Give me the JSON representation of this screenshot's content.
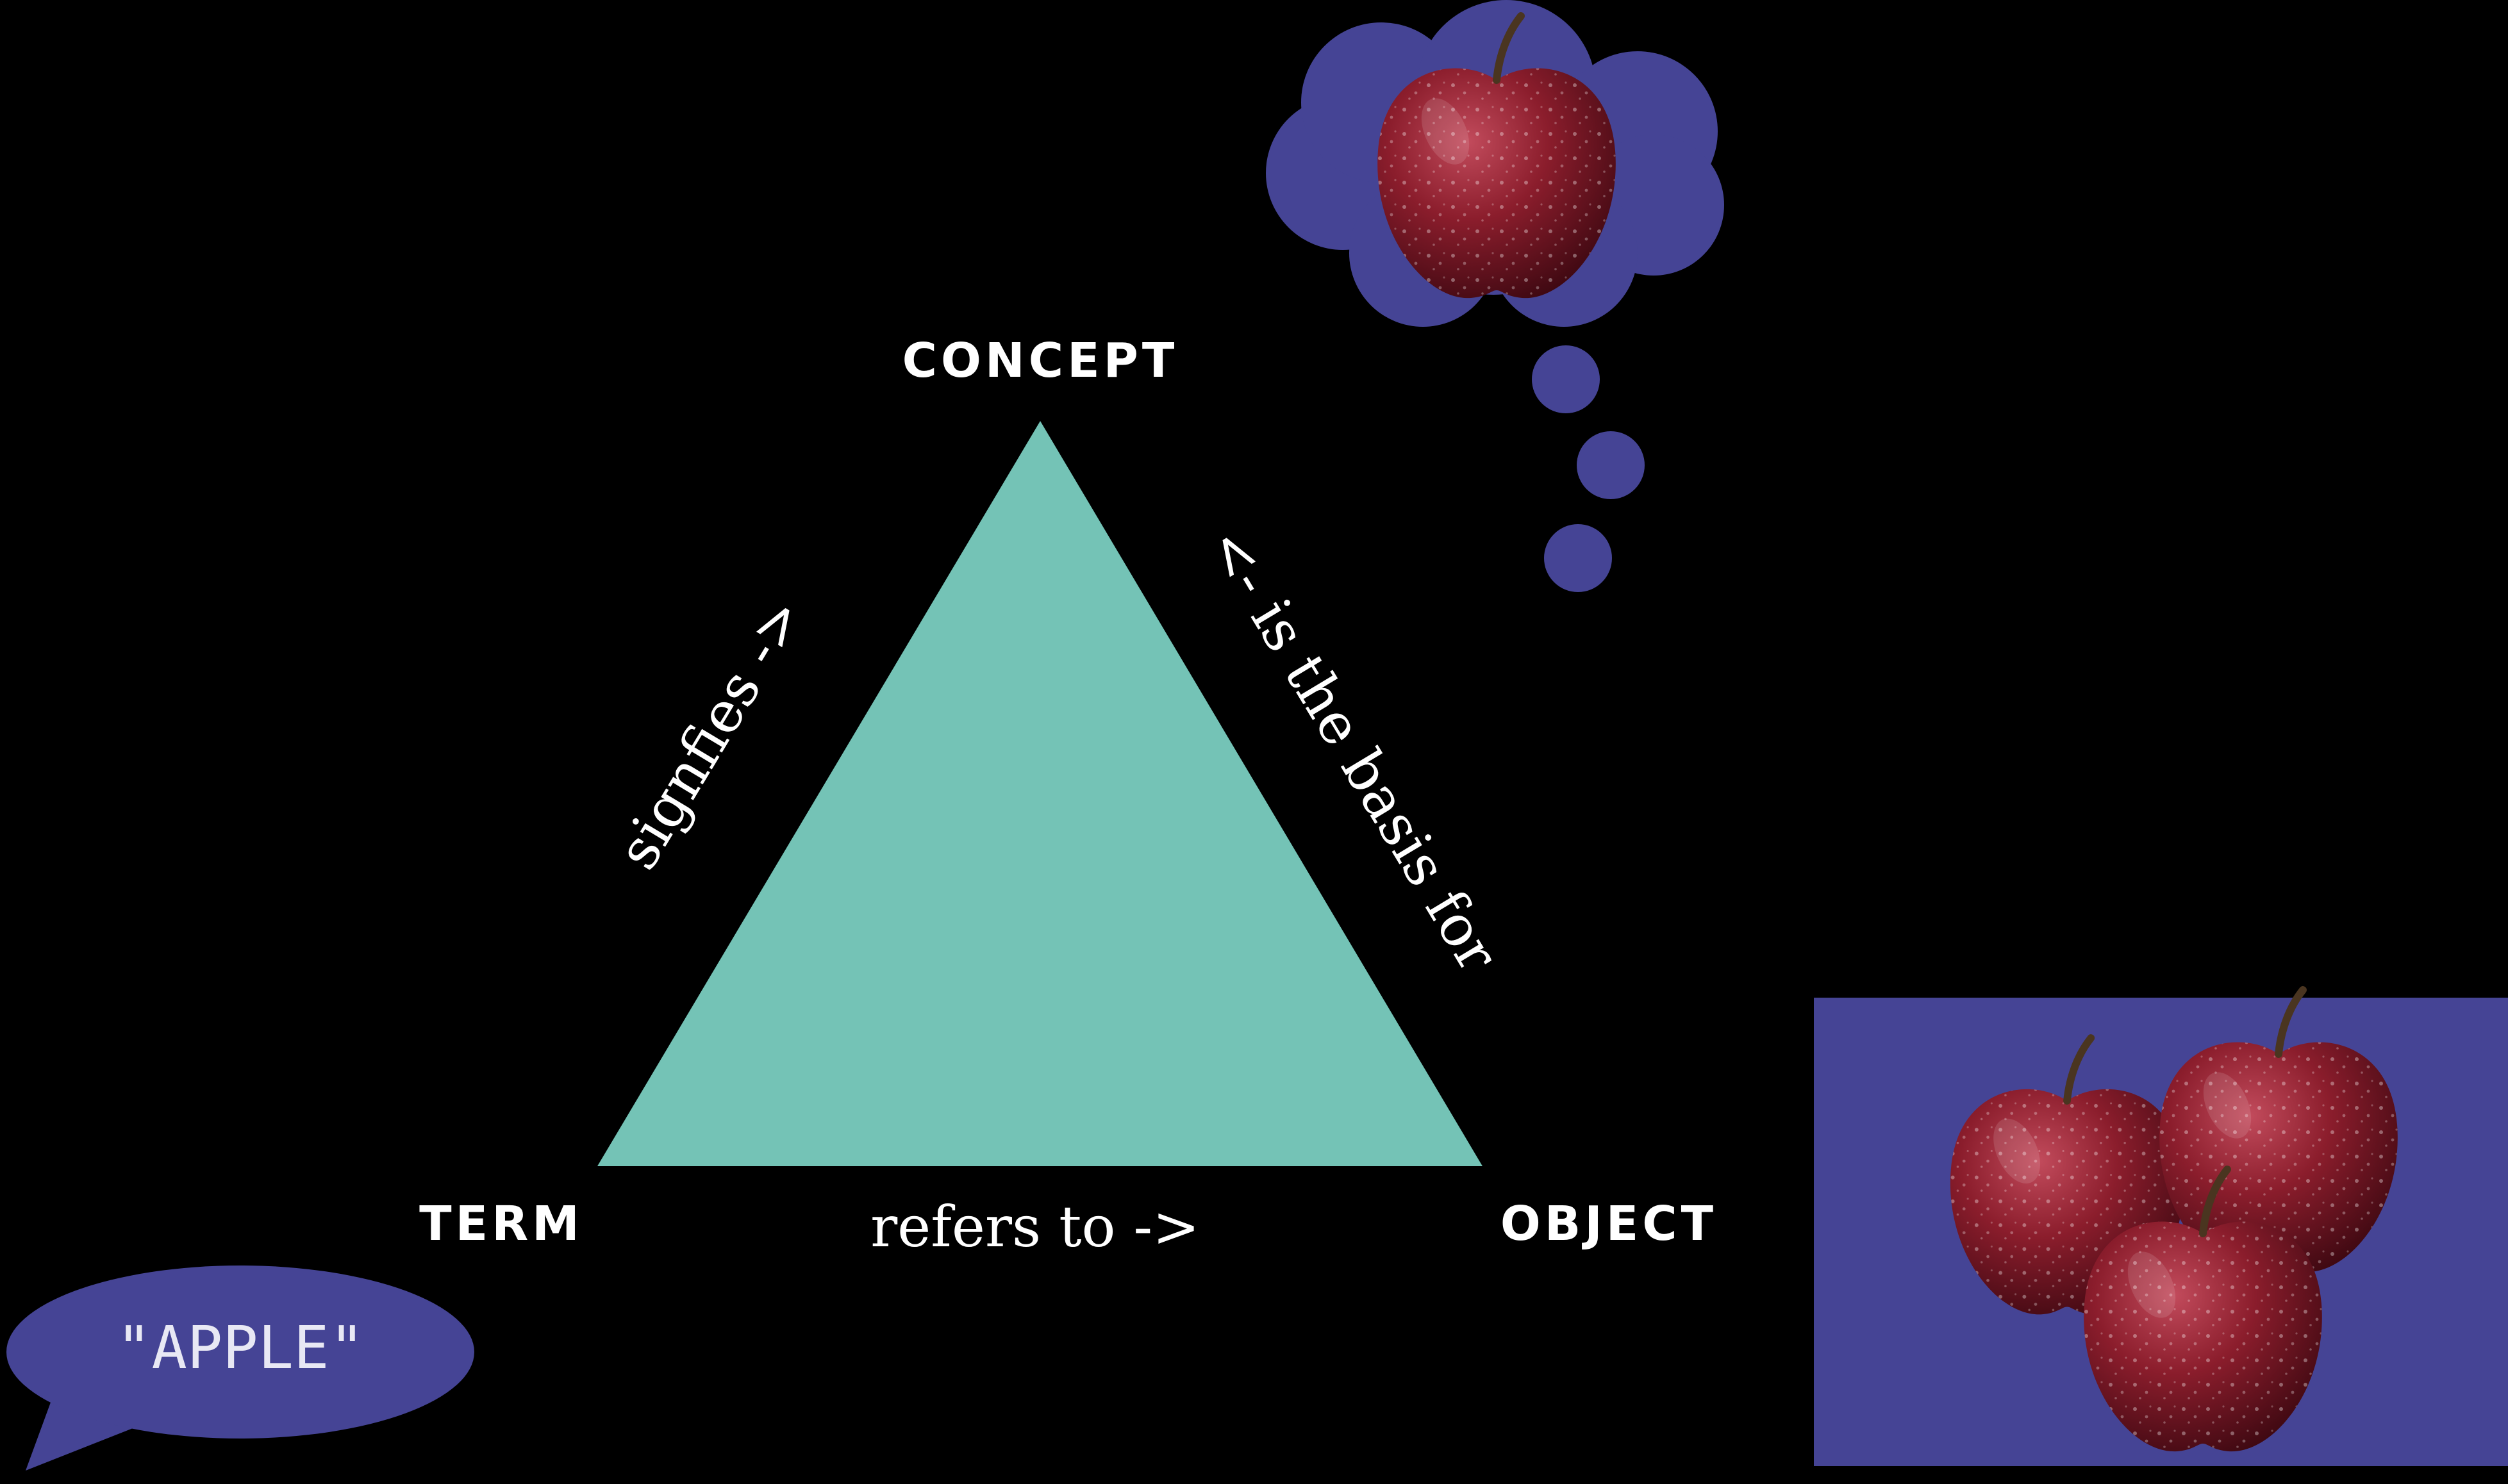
{
  "colors": {
    "background": "#000000",
    "triangle": "#74c3b6",
    "bubble": "#454495",
    "text": "#ffffff",
    "apple_red": "#8b1d2c",
    "apple_dark": "#4d0c17",
    "apple_highlight": "#c24b5c",
    "stem": "#4a3520"
  },
  "nodes": {
    "concept": "CONCEPT",
    "term": "TERM",
    "object": "OBJECT"
  },
  "edges": {
    "term_to_concept": "signfies ->",
    "concept_to_object": "<- is the basis for",
    "term_to_object": "refers to ->"
  },
  "speech": {
    "text": "\"APPLE\""
  },
  "images": {
    "thought_cloud": "apple-in-thought-cloud",
    "object_panel": "three-apples"
  }
}
